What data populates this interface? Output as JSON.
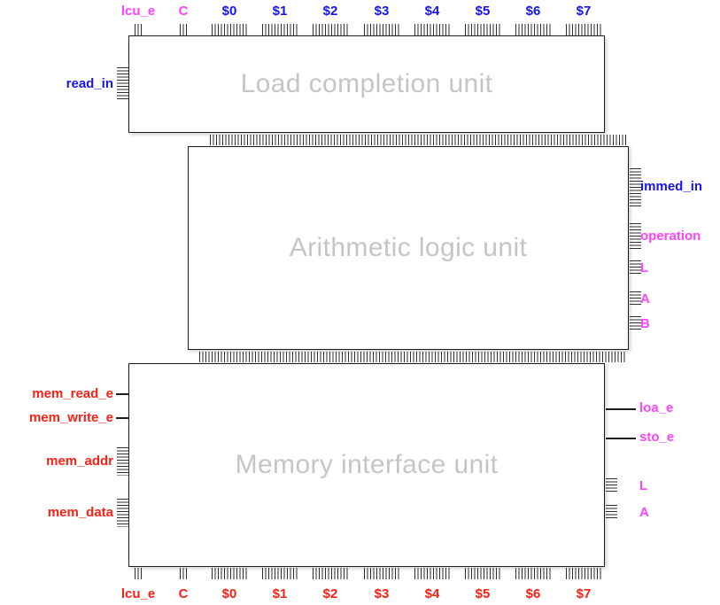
{
  "colors": {
    "blue": "#1414f0",
    "magenta": "#ff42ff",
    "red": "#fa2014",
    "title_gray": "#c5c5c5",
    "wire_black": "#1c1c1c"
  },
  "top_bus": {
    "pins": [
      {
        "label": "lcu_e",
        "color": "magenta",
        "kind": "bus"
      },
      {
        "label": "C",
        "color": "magenta",
        "kind": "bus"
      },
      {
        "label": "$0",
        "color": "blue",
        "kind": "bus"
      },
      {
        "label": "$1",
        "color": "blue",
        "kind": "bus"
      },
      {
        "label": "$2",
        "color": "blue",
        "kind": "bus"
      },
      {
        "label": "$3",
        "color": "blue",
        "kind": "bus"
      },
      {
        "label": "$4",
        "color": "blue",
        "kind": "bus"
      },
      {
        "label": "$5",
        "color": "blue",
        "kind": "bus"
      },
      {
        "label": "$6",
        "color": "blue",
        "kind": "bus"
      },
      {
        "label": "$7",
        "color": "blue",
        "kind": "bus"
      }
    ]
  },
  "bottom_bus": {
    "pins": [
      {
        "label": "lcu_e",
        "color": "red",
        "kind": "bus"
      },
      {
        "label": "C",
        "color": "red",
        "kind": "bus"
      },
      {
        "label": "$0",
        "color": "red",
        "kind": "bus"
      },
      {
        "label": "$1",
        "color": "red",
        "kind": "bus"
      },
      {
        "label": "$2",
        "color": "red",
        "kind": "bus"
      },
      {
        "label": "$3",
        "color": "red",
        "kind": "bus"
      },
      {
        "label": "$4",
        "color": "red",
        "kind": "bus"
      },
      {
        "label": "$5",
        "color": "red",
        "kind": "bus"
      },
      {
        "label": "$6",
        "color": "red",
        "kind": "bus"
      },
      {
        "label": "$7",
        "color": "red",
        "kind": "bus"
      }
    ]
  },
  "load_completion_unit": {
    "title": "Load completion unit",
    "left_pins": [
      {
        "label": "read_in",
        "color": "blue",
        "kind": "bus"
      }
    ]
  },
  "arithmetic_logic_unit": {
    "title": "Arithmetic logic unit",
    "right_pins": [
      {
        "label": "immed_in",
        "color": "blue",
        "kind": "bus"
      },
      {
        "label": "operation",
        "color": "magenta",
        "kind": "bus"
      },
      {
        "label": "L",
        "color": "magenta",
        "kind": "bus"
      },
      {
        "label": "A",
        "color": "magenta",
        "kind": "bus"
      },
      {
        "label": "B",
        "color": "magenta",
        "kind": "bus"
      }
    ]
  },
  "memory_interface_unit": {
    "title": "Memory interface unit",
    "left_pins": [
      {
        "label": "mem_read_e",
        "color": "red",
        "kind": "wire"
      },
      {
        "label": "mem_write_e",
        "color": "red",
        "kind": "wire"
      },
      {
        "label": "mem_addr",
        "color": "red",
        "kind": "bus"
      },
      {
        "label": "mem_data",
        "color": "red",
        "kind": "bus"
      }
    ],
    "right_pins": [
      {
        "label": "loa_e",
        "color": "magenta",
        "kind": "wire"
      },
      {
        "label": "sto_e",
        "color": "magenta",
        "kind": "wire"
      },
      {
        "label": "L",
        "color": "magenta",
        "kind": "bus"
      },
      {
        "label": "A",
        "color": "magenta",
        "kind": "bus"
      }
    ]
  }
}
